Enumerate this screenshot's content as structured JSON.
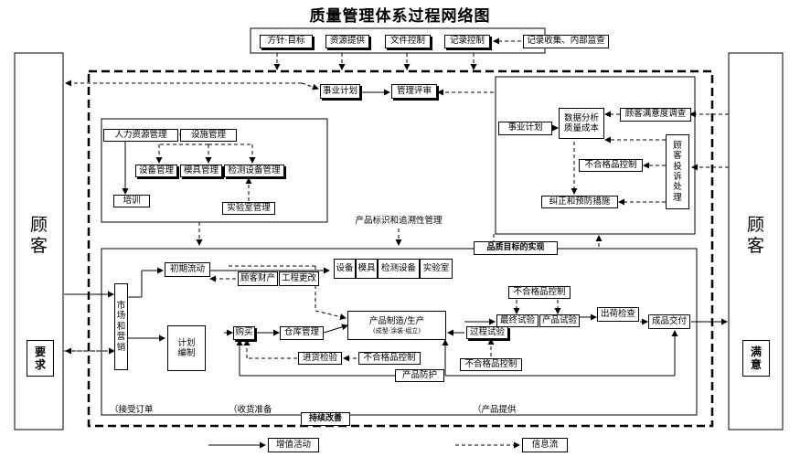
{
  "title": "质量管理体系过程网络图",
  "top_boxes": [
    "方针·目标",
    "资源提供",
    "文件控制",
    "记录控制"
  ],
  "top_right_label": "记录收集、内部监查",
  "customer_left": {
    "name_chars": [
      "顾",
      "客"
    ],
    "requirement_chars": [
      "要",
      "求"
    ]
  },
  "customer_right": {
    "name_chars": [
      "顾",
      "客"
    ],
    "satisfaction_chars": [
      "满",
      "意"
    ]
  },
  "management": {
    "business_plan": "事业计划",
    "management_review": "管理评审"
  },
  "resources": {
    "hr": "人力资源管理",
    "facilities": "设施管理",
    "equipment": "设备管理",
    "molds": "模具管理",
    "inspection_equipment": "检测设备管理",
    "training": "培训",
    "lab": "实验室管理"
  },
  "analysis": {
    "business_plan": "事业计划",
    "data_analysis": [
      "数据分析",
      "质量成本"
    ],
    "satisfaction_survey": "顾客满意度调查",
    "nonconforming": "不合格品控制",
    "complaints_chars": [
      "顾",
      "客",
      "投",
      "诉",
      "处",
      "理"
    ],
    "corrective": "纠正和预防措施"
  },
  "traceability": "产品标识和追溯性管理",
  "quality_goal": "品质目标的实现",
  "realization": {
    "marketing_chars": [
      "市",
      "场",
      "和",
      "营",
      "销"
    ],
    "initial_flow": "初期流动",
    "customer_property": "顾客财产",
    "engineering_change": "工程更改",
    "resources": [
      "设备",
      "模具",
      "检测设备",
      "实验室"
    ],
    "plan_chars": [
      "计划",
      "编制"
    ],
    "purchase": "购买",
    "warehouse": "仓库管理",
    "manufacturing": "产品制造/生产",
    "manufacturing_sub": "(成型·涂装·组立)",
    "incoming_inspection": "进货检验",
    "nonconforming_1": "不合格品控制",
    "process_test": "过程试验",
    "nonconforming_2": "不合格品控制",
    "final_test": "最终试验",
    "product_test": "产品试验",
    "nonconforming_top": "不合格品控制",
    "shipping_inspection": "出荷检查",
    "delivery": "成品交付",
    "protection": "产品防护"
  },
  "phases": [
    "（接受订单",
    "（收货准备",
    "（产品提供"
  ],
  "continuous_improvement": "持续改善",
  "legend": {
    "solid": "增值活动",
    "dashed": "信息流"
  }
}
